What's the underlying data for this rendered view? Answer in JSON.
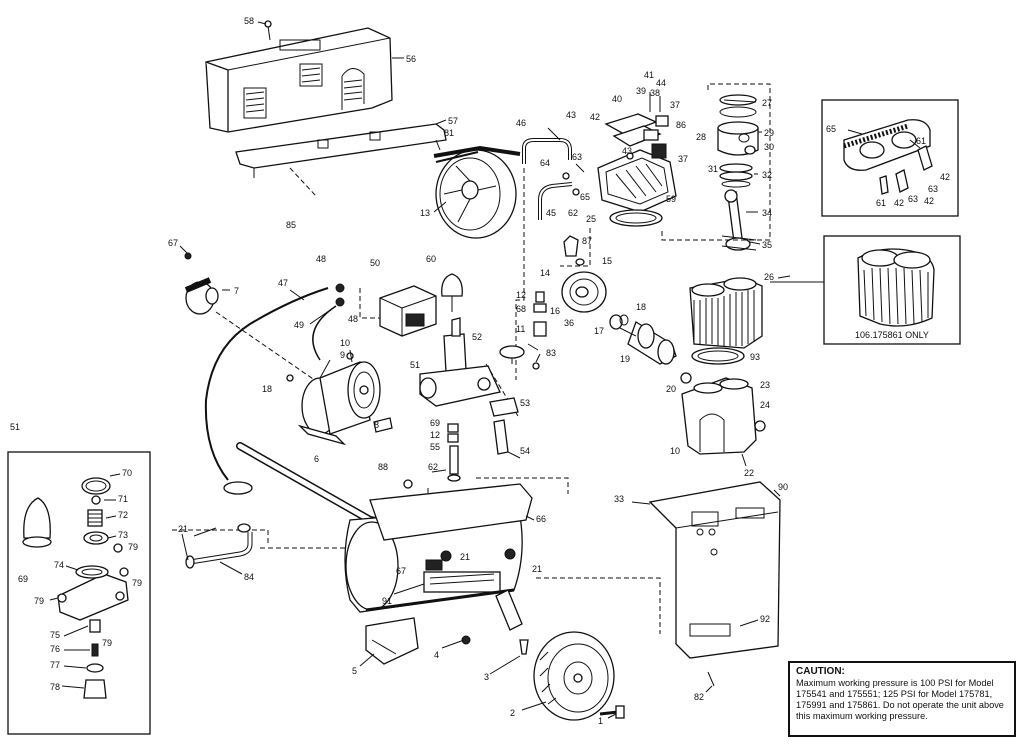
{
  "caution": {
    "title": "CAUTION:",
    "text": "Maximum working pressure is 100 PSI for Model 175541 and 175551; 125 PSI for Model 175781, 175991 and 175861. Do not operate the unit above this maximum working pressure."
  },
  "inset_cylinder": {
    "caption": "106.175861 ONLY"
  },
  "callouts": {
    "c58": "58",
    "c56": "56",
    "c57": "57",
    "c85": "85",
    "c81": "81",
    "c13": "13",
    "c46": "46",
    "c64": "64",
    "c45": "45",
    "c62": "62",
    "c65": "65",
    "c25": "25",
    "c43a": "43",
    "c42a": "42",
    "c63a": "63",
    "c40": "40",
    "c39": "39",
    "c38": "38",
    "c43b": "43",
    "c41": "41",
    "c44": "44",
    "c37a": "37",
    "c86": "86",
    "c37b": "37",
    "c59": "59",
    "c27": "27",
    "c28": "28",
    "c29": "29",
    "c30": "30",
    "c31": "31",
    "c32": "32",
    "c34": "34",
    "c35": "35",
    "c26": "26",
    "c87": "87",
    "c14": "14",
    "c15": "15",
    "c16": "16",
    "c36": "36",
    "c17": "17",
    "c18a": "18",
    "c19": "19",
    "c20": "20",
    "c93": "93",
    "c23": "23",
    "c24": "24",
    "c10b": "10",
    "c22": "22",
    "c67a": "67",
    "c7": "7",
    "c47": "47",
    "c48a": "48",
    "c48b": "48",
    "c49": "49",
    "c50": "50",
    "c60": "60",
    "c12a": "12",
    "c68": "68",
    "c11": "11",
    "c52": "52",
    "c83": "83",
    "c10a": "10",
    "c9": "9",
    "c51a": "51",
    "c53": "53",
    "c18b": "18",
    "c8": "8",
    "c69a": "69",
    "c12b": "12",
    "c55": "55",
    "c54": "54",
    "c62b": "62",
    "c6": "6",
    "c88": "88",
    "c66": "66",
    "c21a": "21",
    "c21b": "21",
    "c21c": "21",
    "c84": "84",
    "c67b": "67",
    "c91": "91",
    "c4": "4",
    "c3": "3",
    "c5": "5",
    "c2": "2",
    "c1": "1",
    "c33": "33",
    "c90": "90",
    "c92": "92",
    "c82": "82",
    "c51b": "51",
    "c70": "70",
    "c71": "71",
    "c72": "72",
    "c73": "73",
    "c79a": "79",
    "c69b": "69",
    "c74": "74",
    "c79b": "79",
    "c79c": "79",
    "c75": "75",
    "c79d": "79",
    "c76": "76",
    "c77": "77",
    "c78": "78",
    "c65i": "65",
    "c61a": "61",
    "c42b": "42",
    "c63b": "63",
    "c61b": "61",
    "c42c": "42",
    "c63c": "63",
    "c42d": "42"
  }
}
